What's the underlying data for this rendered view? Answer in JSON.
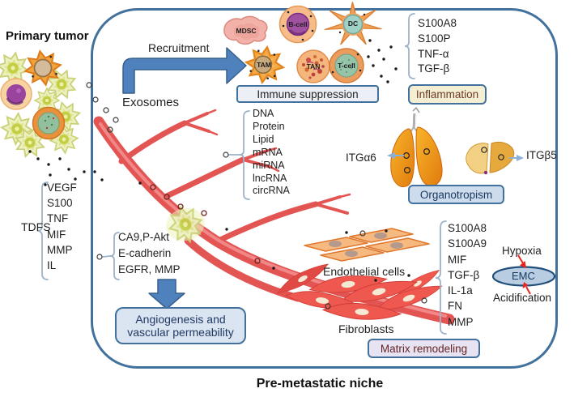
{
  "title": "Pre-metastatic niche",
  "labels": {
    "primary_tumor": "Primary tumor",
    "exosomes": "Exosomes",
    "recruitment": "Recruitment",
    "endothelial": "Endothelial cells",
    "fibroblasts": "Fibroblasts",
    "hypoxia": "Hypoxia",
    "acidification": "Acidification",
    "emc": "EMC",
    "itg_lung": "ITGα6",
    "itg_liver": "ITGβ5"
  },
  "boxes": {
    "immune_suppression": "Immune suppression",
    "inflammation": "Inflammation",
    "organotropism": "Organotropism",
    "angiogenesis": "Angiogenesis and vascular permeability",
    "matrix_remodeling": "Matrix remodeling"
  },
  "immune_cells": [
    "MDSC",
    "B-cell",
    "DC",
    "TAM",
    "TAN",
    "T-cell"
  ],
  "tdfs": {
    "label": "TDFS",
    "items": [
      "VEGF",
      "S100",
      "TNF",
      "MIF",
      "MMP",
      "IL"
    ]
  },
  "inflammation_factors": [
    "S100A8",
    "S100P",
    "TNF-α",
    "TGF-β"
  ],
  "exosome_cargo": [
    "DNA",
    "Protein",
    "Lipid",
    "mRNA",
    "miRNA",
    "lncRNA",
    "circRNA"
  ],
  "vascular_factors": [
    "CA9,P-Akt",
    "E-cadherin",
    "EGFR, MMP"
  ],
  "stromal_factors": [
    "S100A8",
    "S100A9",
    "MIF",
    "TGF-β",
    "IL-1a",
    "FN",
    "MMP"
  ],
  "colors": {
    "outline_blue": "#41719c",
    "arrow_blue": "#4f81bd",
    "vessel_red": "#e25553",
    "inflammation_fill": "#f4efd3",
    "organotropism_fill": "#cddced",
    "angiogenesis_fill": "#dbe5f1",
    "matrix_fill": "#e7e3f3",
    "emc_fill": "#b9cde2",
    "red_arrow": "#e8251f"
  }
}
